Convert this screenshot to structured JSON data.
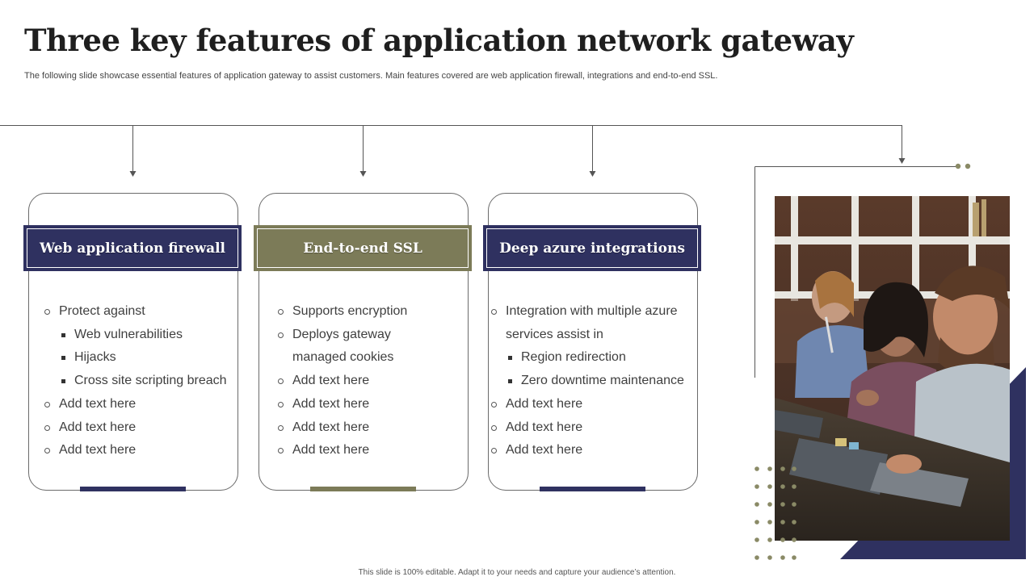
{
  "slide": {
    "title": "Three key features of application network gateway",
    "subtitle": "The following slide showcase essential features of application gateway to assist customers. Main features covered are web application firewall, integrations and end-to-end SSL.",
    "footer": "This slide is 100% editable. Adapt it to your needs and capture your audience’s attention."
  },
  "colors": {
    "navy": "#2f3160",
    "olive": "#7c7b58",
    "line": "#555555",
    "dot": "#8a8a66"
  },
  "cards": [
    {
      "heading": "Web application firewall",
      "color": "navy",
      "items": [
        {
          "level": 1,
          "text": "Protect against"
        },
        {
          "level": 2,
          "text": "Web vulnerabilities"
        },
        {
          "level": 2,
          "text": "Hijacks"
        },
        {
          "level": 2,
          "text": "Cross site scripting breach"
        },
        {
          "level": 1,
          "text": "Add text here"
        },
        {
          "level": 1,
          "text": "Add text here"
        },
        {
          "level": 1,
          "text": "Add text here"
        }
      ]
    },
    {
      "heading": "End-to-end SSL",
      "color": "olive",
      "items": [
        {
          "level": 1,
          "text": "Supports encryption"
        },
        {
          "level": 1,
          "text": "Deploys gateway"
        },
        {
          "level": 0,
          "text": "managed cookies"
        },
        {
          "level": 1,
          "text": "Add text here"
        },
        {
          "level": 1,
          "text": "Add text here"
        },
        {
          "level": 1,
          "text": "Add text here"
        },
        {
          "level": 1,
          "text": "Add text here"
        }
      ]
    },
    {
      "heading": "Deep azure integrations",
      "color": "navy",
      "items": [
        {
          "level": 1,
          "text": "Integration with multiple azure"
        },
        {
          "level": 0,
          "text": "services assist in"
        },
        {
          "level": 2,
          "text": "Region redirection"
        },
        {
          "level": 2,
          "text": "Zero downtime maintenance"
        },
        {
          "level": 1,
          "text": "Add text here"
        },
        {
          "level": 1,
          "text": "Add text here"
        },
        {
          "level": 1,
          "text": "Add text here"
        }
      ]
    }
  ],
  "image": {
    "icon": "people-working-on-laptops-photo"
  }
}
